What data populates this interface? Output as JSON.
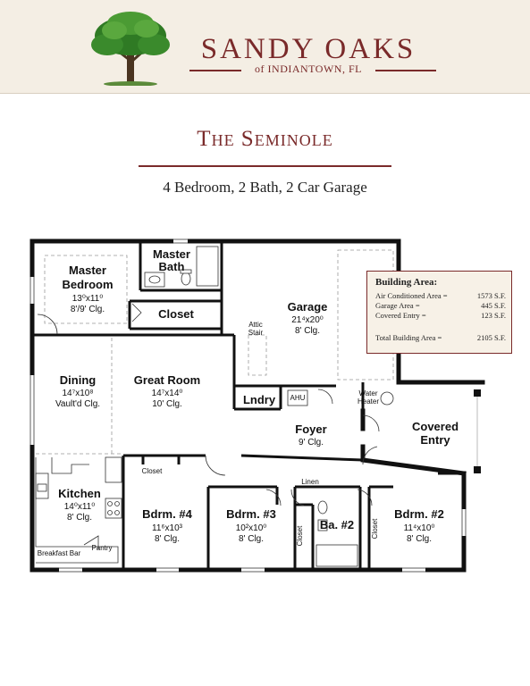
{
  "header": {
    "brand": "SANDY OAKS",
    "sub": "of INDIANTOWN, FL"
  },
  "plan": {
    "title": "The Seminole",
    "subtitle": "4 Bedroom, 2 Bath, 2 Car Garage"
  },
  "rooms": {
    "master_bedroom": {
      "name1": "Master",
      "name2": "Bedroom",
      "dims": "13⁰x11⁰",
      "ceiling": "8'/9' Clg."
    },
    "master_bath": {
      "name1": "Master",
      "name2": "Bath"
    },
    "closet_master": {
      "name": "Closet"
    },
    "garage": {
      "name": "Garage",
      "dims": "21⁴x20⁰",
      "ceiling": "8' Clg."
    },
    "attic_stair": {
      "line1": "Attic",
      "line2": "Stair"
    },
    "dining": {
      "name": "Dining",
      "dims": "14⁷x10⁸",
      "ceiling": "Vault'd Clg."
    },
    "great_room": {
      "name": "Great Room",
      "dims": "14⁷x14⁰",
      "ceiling": "10' Clg."
    },
    "laundry": {
      "name": "Lndry"
    },
    "ahu": {
      "name": "AHU"
    },
    "water_heater": {
      "line1": "Water",
      "line2": "Heater"
    },
    "foyer": {
      "name": "Foyer",
      "ceiling": "9' Clg."
    },
    "covered_entry": {
      "name1": "Covered",
      "name2": "Entry"
    },
    "closet_hall": {
      "name": "Closet"
    },
    "linen": {
      "name": "Linen"
    },
    "kitchen": {
      "name": "Kitchen",
      "dims": "14⁰x11⁰",
      "ceiling": "8' Clg."
    },
    "pantry": {
      "name": "Pantry"
    },
    "breakfast_bar": {
      "name": "Breakfast Bar"
    },
    "bedroom4": {
      "name": "Bdrm. #4",
      "dims": "11⁶x10³",
      "ceiling": "8' Clg."
    },
    "bedroom3": {
      "name": "Bdrm. #3",
      "dims": "10²x10⁰",
      "ceiling": "8' Clg."
    },
    "bath2": {
      "name": "Ba. #2"
    },
    "bedroom2": {
      "name": "Bdrm. #2",
      "dims": "11⁴x10⁰",
      "ceiling": "8' Clg."
    },
    "closet_b3": {
      "name": "Closet"
    },
    "closet_b2": {
      "name": "Closet"
    }
  },
  "building_area": {
    "title": "Building Area:",
    "rows": [
      {
        "label": "Air Conditioned Area =",
        "value": "1573 S.F."
      },
      {
        "label": "Garage Area =",
        "value": "445 S.F."
      },
      {
        "label": "Covered Entry =",
        "value": "123 S.F."
      },
      {
        "label": "Total Building Area =",
        "value": "2105 S.F."
      }
    ]
  },
  "colors": {
    "brand": "#7a2a2a",
    "header_bg": "#f4eee4",
    "wall": "#111111",
    "tree": "#2f7a24"
  }
}
